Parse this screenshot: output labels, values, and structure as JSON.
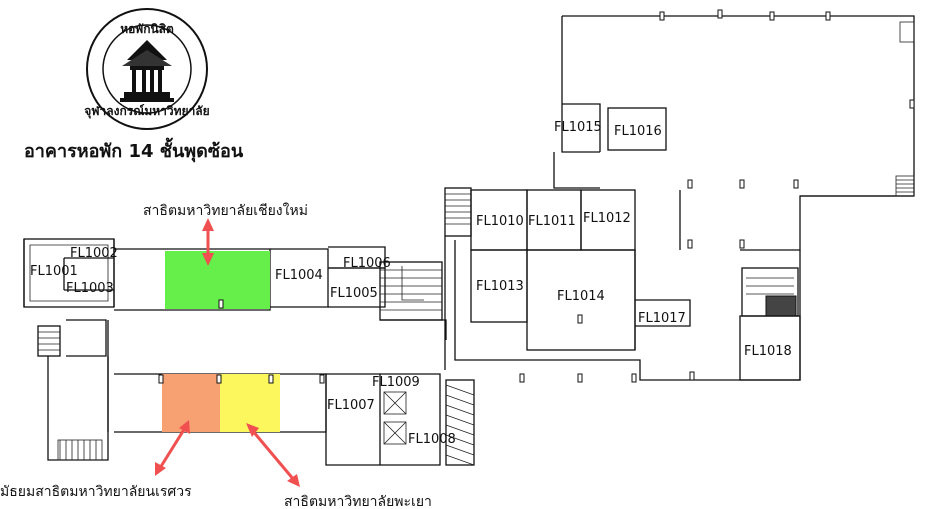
{
  "logo": {
    "top_text": "หอพักนิสิต",
    "bottom_text": "จุฬาลงกรณ์มหาวิทยาลัย"
  },
  "title": "อาคารหอพัก 14 ชั้นพุดซ้อน",
  "rooms": {
    "fl1001": "FL1001",
    "fl1002": "FL1002",
    "fl1003": "FL1003",
    "fl1004": "FL1004",
    "fl1005": "FL1005",
    "fl1006": "FL1006",
    "fl1007": "FL1007",
    "fl1008": "FL1008",
    "fl1009": "FL1009",
    "fl1010": "FL1010",
    "fl1011": "FL1011",
    "fl1012": "FL1012",
    "fl1013": "FL1013",
    "fl1014": "FL1014",
    "fl1015": "FL1015",
    "fl1016": "FL1016",
    "fl1017": "FL1017",
    "fl1018": "FL1018"
  },
  "highlights": {
    "chiang_mai": {
      "label": "สาธิตมหาวิทยาลัยเชียงใหม่",
      "color": "#66ee4a"
    },
    "naresuan": {
      "label": "มัธยมสาธิตมหาวิทยาลัยนเรศวร",
      "color": "#f7a173"
    },
    "phayao": {
      "label": "สาธิตมหาวิทยาลัยพะเยา",
      "color": "#fbf75c"
    }
  },
  "colors": {
    "arrow": "#f05050",
    "wall": "#111111"
  }
}
